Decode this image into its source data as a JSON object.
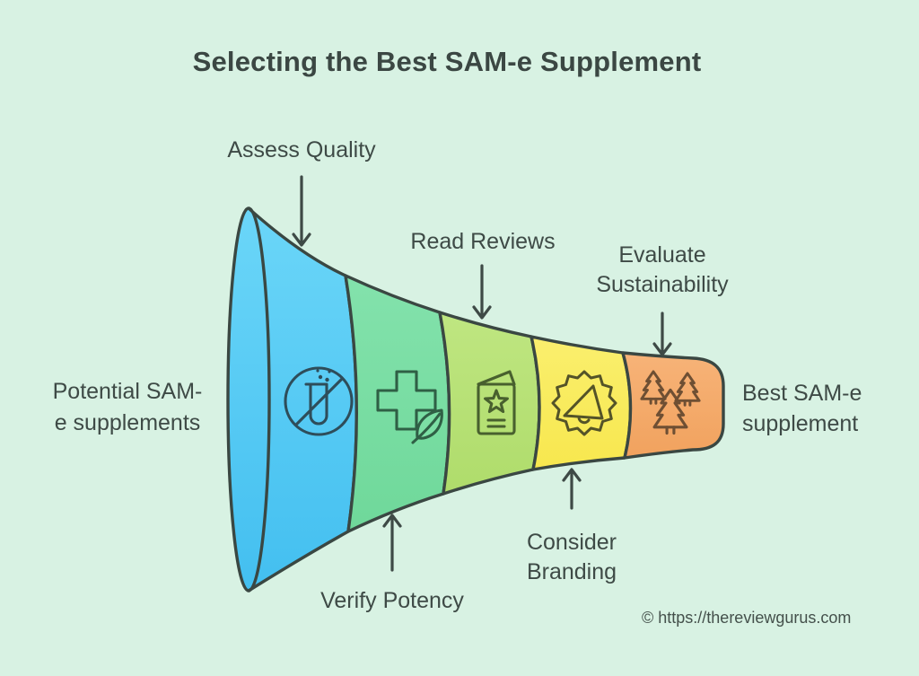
{
  "page": {
    "title": "Selecting the Best SAM-e Supplement",
    "credit": "© https://thereviewgurus.com",
    "background_color": "#d8f2e3",
    "outline_color": "#3a4742",
    "text_color": "#3e4a46"
  },
  "funnel": {
    "type": "horizontal-funnel",
    "input_label": "Potential SAM-\ne supplements",
    "output_label": "Best SAM-e\nsupplement",
    "stages": [
      {
        "label": "Assess Quality",
        "color": "#58caf4",
        "icon": "no-test-tube-icon",
        "callout_position": "top"
      },
      {
        "label": "Verify Potency",
        "color": "#7cdfa5",
        "icon": "medical-cross-leaf-icon",
        "callout_position": "bottom"
      },
      {
        "label": "Read Reviews",
        "color": "#b9e377",
        "icon": "review-card-star-icon",
        "callout_position": "top"
      },
      {
        "label": "Consider\nBranding",
        "color": "#f9ec60",
        "icon": "megaphone-badge-icon",
        "callout_position": "bottom"
      },
      {
        "label": "Evaluate\nSustainability",
        "color": "#f5ab6c",
        "icon": "pine-trees-icon",
        "callout_position": "top"
      }
    ]
  }
}
